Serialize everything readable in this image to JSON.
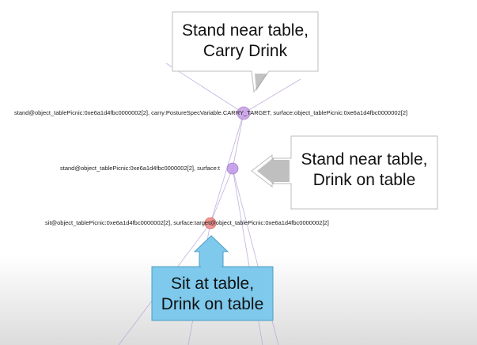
{
  "graph": {
    "nodes": [
      {
        "id": "carry",
        "label": "stand@object_tablePicnic:0xe6a1d4fbc0000002[2], carry:PostureSpecVariable.CARRY_TARGET, surface:object_tablePicnic:0xe6a1d4fbc0000002[2]",
        "color": "#c9a2e6"
      },
      {
        "id": "stand",
        "label": "stand@object_tablePicnic:0xe6a1d4fbc0000002[2], surface:t",
        "color": "#c39be8"
      },
      {
        "id": "sit",
        "label": "sit@object_tablePicnic:0xe6a1d4fbc0000002[2], surface:target@object_tablePicnic:0xe6a1d4fbc0000002[2]",
        "color": "#f08b85"
      }
    ]
  },
  "callouts": [
    {
      "id": "callout-carry",
      "line1": "Stand near table,",
      "line2": "Carry Drink",
      "fill": "#ffffff"
    },
    {
      "id": "callout-stand",
      "line1": "Stand near table,",
      "line2": "Drink on table",
      "fill": "#ffffff"
    },
    {
      "id": "callout-sit",
      "line1": "Sit at table,",
      "line2": "Drink on table",
      "fill": "#7ec9ec"
    }
  ]
}
